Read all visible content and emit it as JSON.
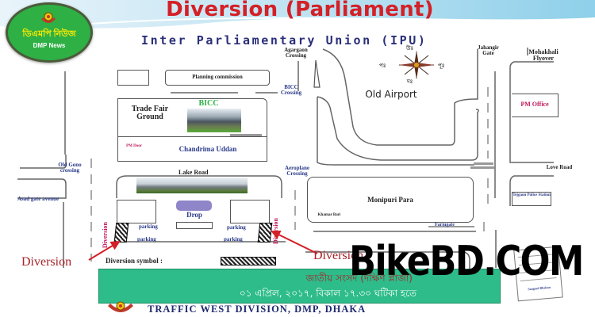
{
  "header": {
    "title": "Diversion (Parliament)",
    "subtitle": "Inter Parliamentary Union (IPU)"
  },
  "logo": {
    "bengali_text": "ডিএমপি নিউজ",
    "english_text": "DMP News"
  },
  "map": {
    "labels": {
      "agargaon_crossing": "Agargaon Crossing",
      "bicc_crossing": "BICC Crossing",
      "jahangir_gate": "Jahangir Gate",
      "mohakhali_flyover": "Mohakhali Flyover",
      "planning_commission": "Planning commission",
      "trade_fair_ground": "Trade Fair Ground",
      "bicc": "BICC",
      "pm_door": "PM Door",
      "chandrima_uddan": "Chandrima Uddan",
      "old_airport": "Old Airport",
      "pm_office": "PM Office",
      "old_gono_crossing": "Old Gono crossing",
      "lake_road": "Lake Road",
      "airplane_crossing": "Aeroplane Crossing",
      "love_road": "Love Road",
      "asad_gate_avenue": "Asad gate avenue",
      "tejgaon_police_station": "Tejgaon Police Station",
      "monipuri_para": "Monipuri Para",
      "khamar_bari": "Khamar Bari",
      "farmgate": "Farmgate",
      "drop": "Drop",
      "parking": "parking",
      "compass_north": "উঃ",
      "compass_south": "দঃ",
      "compass_west": "পঃ",
      "compass_east": "পূঃ",
      "signboard_caption": "Sangsad Bhaban"
    },
    "diversion_markers": {
      "left_label": "Diversion",
      "right_label": "Diversion",
      "vertical_label": "Diversion"
    },
    "legend": {
      "diversion_symbol_label": "Diversion symbol :"
    }
  },
  "banner": {
    "line1": "জাতীয় সংসদ (দক্ষিণ প্লাজা)",
    "line2": "০১ এপ্রিল, ২০১৭, বিকাল ১৭.৩০ ঘটিকা হতে"
  },
  "footer": {
    "text": "TRAFFIC WEST DIVISION, DMP, DHAKA"
  },
  "watermark": {
    "text": "BikeBD.COM"
  },
  "colors": {
    "title_red": "#d42027",
    "subtitle_navy": "#2a2f7a",
    "banner_green": "#2dbc8a",
    "diversion_red": "#a8232a",
    "logo_green": "#2eb045"
  }
}
